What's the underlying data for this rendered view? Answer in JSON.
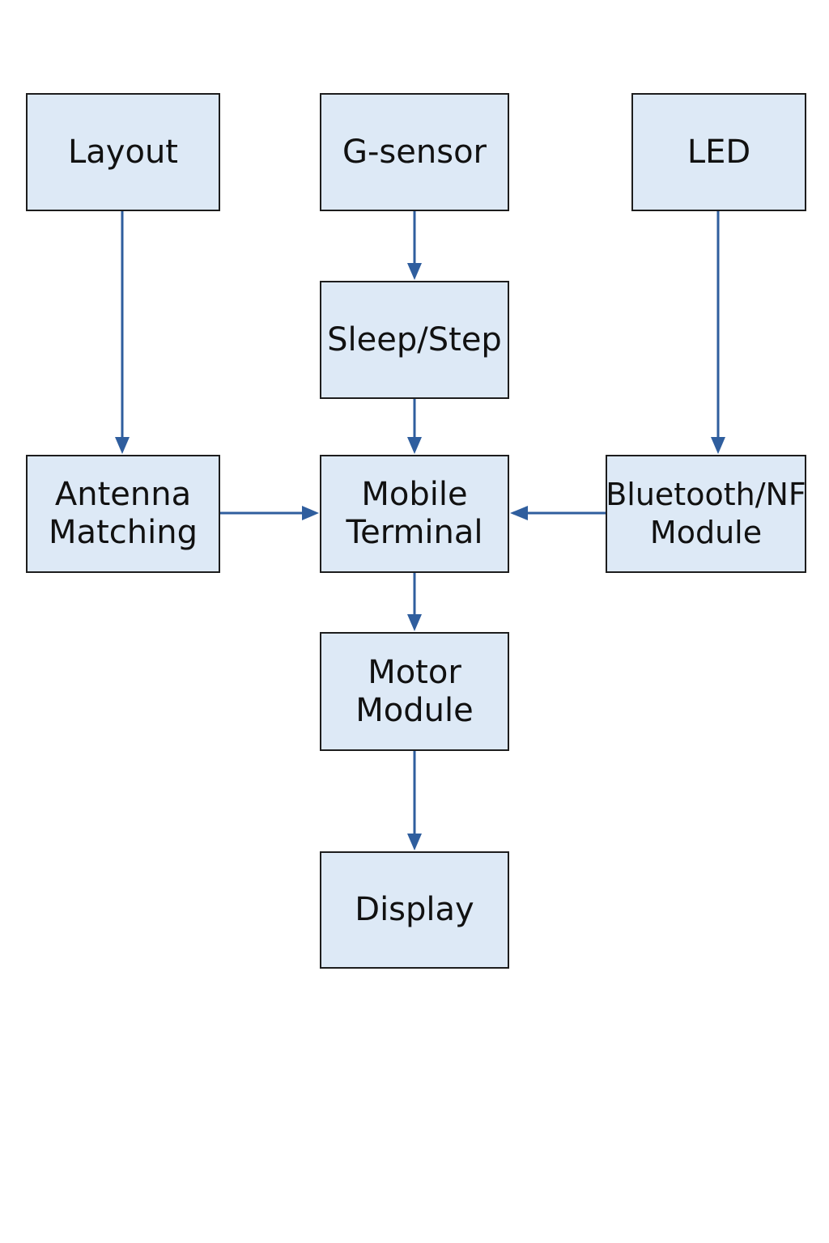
{
  "colors": {
    "box_fill": "#dde9f6",
    "box_border": "#1d1d1d",
    "connector": "#2f5e9e",
    "text": "#111111"
  },
  "nodes": {
    "layout": {
      "lines": [
        "Layout"
      ]
    },
    "g_sensor": {
      "lines": [
        "G-sensor"
      ]
    },
    "led": {
      "lines": [
        "LED"
      ]
    },
    "sleep_step": {
      "lines": [
        "Sleep/Step"
      ]
    },
    "antenna_matching": {
      "lines": [
        "Antenna",
        "Matching"
      ]
    },
    "mobile_terminal": {
      "lines": [
        "Mobile",
        "Terminal"
      ]
    },
    "bluetooth_module": {
      "lines": [
        "Bluetooth/NF",
        "Module"
      ]
    },
    "motor_module": {
      "lines": [
        "Motor",
        "Module"
      ]
    },
    "display": {
      "lines": [
        "Display"
      ]
    }
  },
  "connectors": [
    {
      "from": "layout",
      "to": "antenna_matching"
    },
    {
      "from": "g_sensor",
      "to": "sleep_step"
    },
    {
      "from": "sleep_step",
      "to": "mobile_terminal"
    },
    {
      "from": "led",
      "to": "bluetooth_module"
    },
    {
      "from": "antenna_matching",
      "to": "mobile_terminal"
    },
    {
      "from": "bluetooth_module",
      "to": "mobile_terminal"
    },
    {
      "from": "mobile_terminal",
      "to": "motor_module"
    },
    {
      "from": "motor_module",
      "to": "display"
    }
  ]
}
